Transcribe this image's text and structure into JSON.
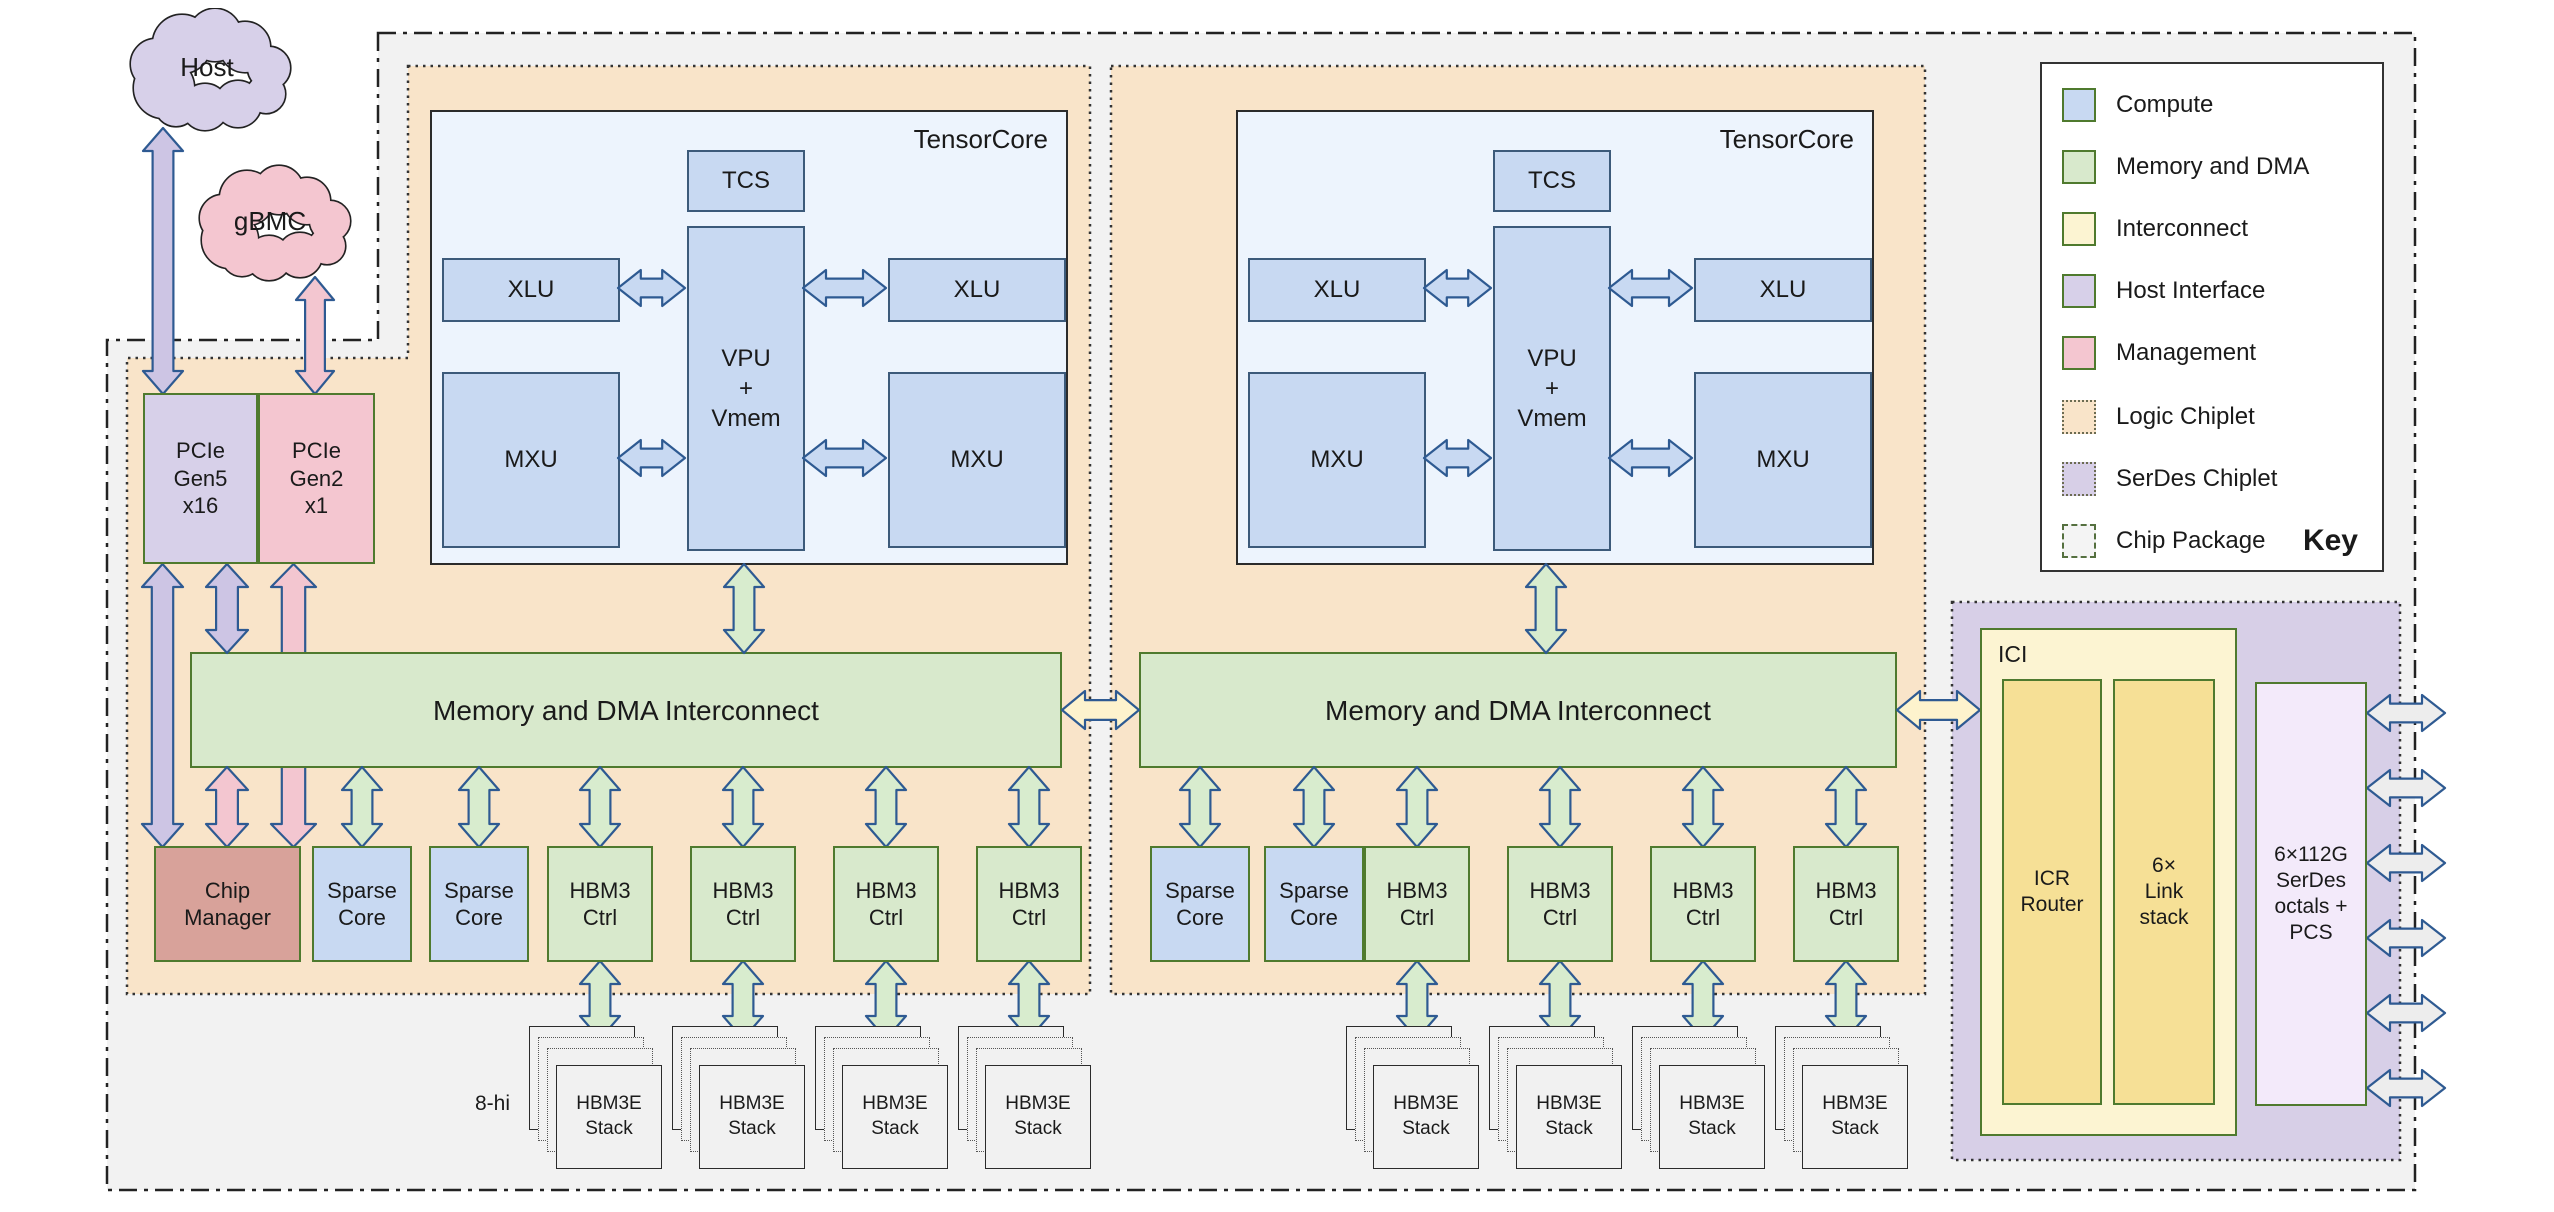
{
  "palette": {
    "compute_fill": "#c8d9f2",
    "memory_fill": "#d8e9cc",
    "interconnect_fill": "#fcf4d2",
    "interconnect_inner_fill": "#f6e096",
    "host_interface_fill": "#d7d0e9",
    "management_fill": "#f4c6d0",
    "chip_manager_fill": "#d8a29a",
    "logic_chiplet_fill": "#f9e4c9",
    "serdes_chiplet_fill": "#d7cfe7",
    "serdes_box_fill": "#f3eafa",
    "chip_package_fill": "#f2f2f2",
    "tensorcore_fill": "#edf4fd",
    "arrow_stroke": "#2e5a92",
    "arrow_green": "#d8ecce",
    "arrow_purple": "#cdc5e4",
    "arrow_pink": "#f3c6d0",
    "arrow_blue": "#c8d9f2",
    "arrow_yellow": "#fdf3cd",
    "arrow_gray": "#ededed",
    "green_border": "#4f7a2e"
  },
  "clouds": {
    "host": "Host",
    "gbmc": "gBMC"
  },
  "host_interface": {
    "pcie_gen5": "PCIe\nGen5\nx16",
    "pcie_gen2": "PCIe\nGen2\nx1"
  },
  "management": {
    "chip_manager": "Chip\nManager"
  },
  "tensorcores": [
    {
      "title": "TensorCore",
      "tcs": "TCS",
      "xlu_left": "XLU",
      "xlu_right": "XLU",
      "vpu": "VPU\n+\nVmem",
      "mxu_left": "MXU",
      "mxu_right": "MXU"
    },
    {
      "title": "TensorCore",
      "tcs": "TCS",
      "xlu_left": "XLU",
      "xlu_right": "XLU",
      "vpu": "VPU\n+\nVmem",
      "mxu_left": "MXU",
      "mxu_right": "MXU"
    }
  ],
  "interconnects": [
    "Memory and DMA Interconnect",
    "Memory and DMA Interconnect"
  ],
  "clusters": [
    {
      "sparse": [
        "Sparse\nCore",
        "Sparse\nCore"
      ],
      "hbm": [
        "HBM3\nCtrl",
        "HBM3\nCtrl",
        "HBM3\nCtrl",
        "HBM3\nCtrl"
      ],
      "stacks": [
        "HBM3E\nStack",
        "HBM3E\nStack",
        "HBM3E\nStack",
        "HBM3E\nStack"
      ]
    },
    {
      "sparse": [
        "Sparse\nCore",
        "Sparse\nCore"
      ],
      "hbm": [
        "HBM3\nCtrl",
        "HBM3\nCtrl",
        "HBM3\nCtrl",
        "HBM3\nCtrl"
      ],
      "stacks": [
        "HBM3E\nStack",
        "HBM3E\nStack",
        "HBM3E\nStack",
        "HBM3E\nStack"
      ]
    }
  ],
  "stack_note": "8-hi",
  "ici": {
    "title": "ICI",
    "router": "ICR\nRouter",
    "link_stack": "6×\nLink\nstack"
  },
  "serdes": {
    "octals": "6×112G\nSerDes\noctals +\nPCS"
  },
  "legend": {
    "title": "Key",
    "items": [
      "Compute",
      "Memory and DMA",
      "Interconnect",
      "Host Interface",
      "Management",
      "Logic Chiplet",
      "SerDes Chiplet",
      "Chip Package"
    ]
  }
}
